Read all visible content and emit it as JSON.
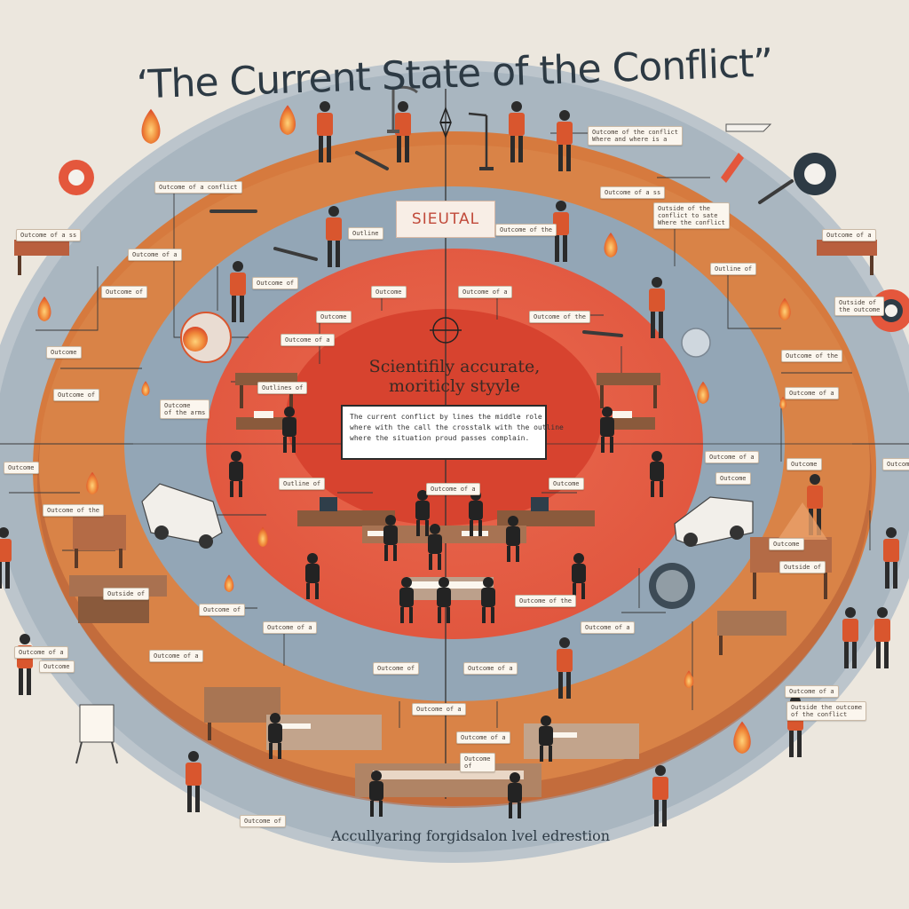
{
  "title": "‘The Current State of the Conflict”",
  "badge": "SIEUTAL",
  "center_heading": "Scientifily accurate,\nmoriticly styyle",
  "center_text": "The current conflict by lines the middle role\nwhere with the call the crosstalk with the outline\nwhere the situation proud passes complain.",
  "footer": "Accullyaring forgidsalon lvel edrestion",
  "labels": [
    "Outcome of the conflict\nWhere and where is a",
    "Outcome of a conflict",
    "Outcome of a ss",
    "Outside of the\nconflict to sate\nWhere the conflict",
    "Outcome of a ss",
    "Outcome of a",
    "Outline",
    "Outcome of the",
    "Outcome of a",
    "Outline of",
    "Outcome of",
    "Outcome of",
    "Outcome",
    "Outcome of a",
    "Outside of\nthe outcome",
    "Outcome",
    "Outcome of the",
    "Outcome of a",
    "Outcome",
    "Outcome of the",
    "Outcome of",
    "Outcome of a",
    "Outcome\nof the arms",
    "Outlines of",
    "Outcome of a",
    "Outcome",
    "Outcome of",
    "Outcome",
    "Outcome",
    "Outline of",
    "Outcome of a",
    "Outcome",
    "Outcome of the",
    "Outcome",
    "Outside of",
    "Outside of",
    "Outcome of the",
    "Outcome of",
    "Outcome of a",
    "Outcome of a",
    "Outcome of a",
    "Outcome of",
    "Outcome of a",
    "Outcome of a",
    "Outcome of a",
    "Outcome\nof",
    "Outcome",
    "Outcome of a",
    "Outcome of a",
    "Outcome of",
    "Outside the outcome\nof the conflict"
  ],
  "colors": {
    "background": "#ece7de",
    "outer_ring": "#bcc5cc",
    "orange_ring": "#d67a3e",
    "blue_ring": "#93a6b6",
    "center": "#e8624a",
    "figure_shirt": "#d9562e",
    "figure_dark": "#2b2b2b",
    "table": "#8a5a3c",
    "title": "#2d3a44"
  },
  "icons": [
    "flame-icon",
    "person-icon",
    "table-icon",
    "vehicle-icon",
    "lamp-icon",
    "crosshair-icon",
    "rocket-icon",
    "weapon-icon"
  ]
}
